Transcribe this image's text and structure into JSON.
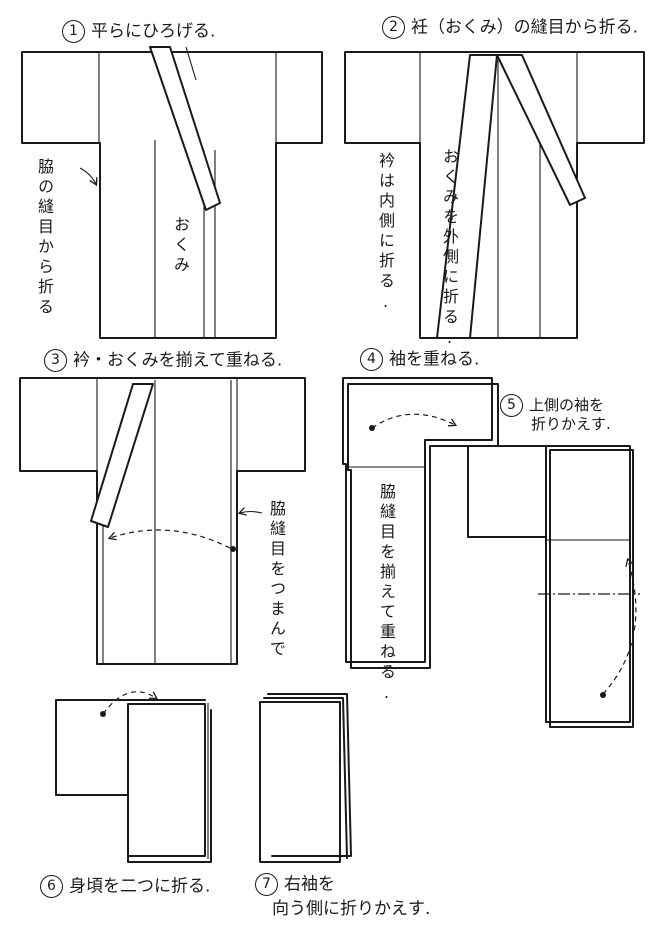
{
  "steps": [
    {
      "num": "1",
      "title": "平らにひろげる."
    },
    {
      "num": "2",
      "title": "衽（おくみ）の縫目から折る."
    },
    {
      "num": "3",
      "title": "衿・おくみを揃えて重ねる."
    },
    {
      "num": "4",
      "title": "袖を重ねる."
    },
    {
      "num": "5",
      "title_line1": "上側の袖を",
      "title_line2": "折りかえす."
    },
    {
      "num": "6",
      "title": "身頃を二つに折る."
    },
    {
      "num": "7",
      "title_line1": "右袖を",
      "title_line2": "向う側に折りかえす."
    }
  ],
  "annotations": {
    "s1_side_fold": "脇の縫目から折る",
    "s1_okumi": "おくみ",
    "s2_collar_inside": "衿は内側に折る.",
    "s2_okumi_outside": "おくみを外側に折る.",
    "s3_pinch": "脇縫目をつまんで",
    "s4_align": "脇縫目を揃えて重ねる."
  }
}
